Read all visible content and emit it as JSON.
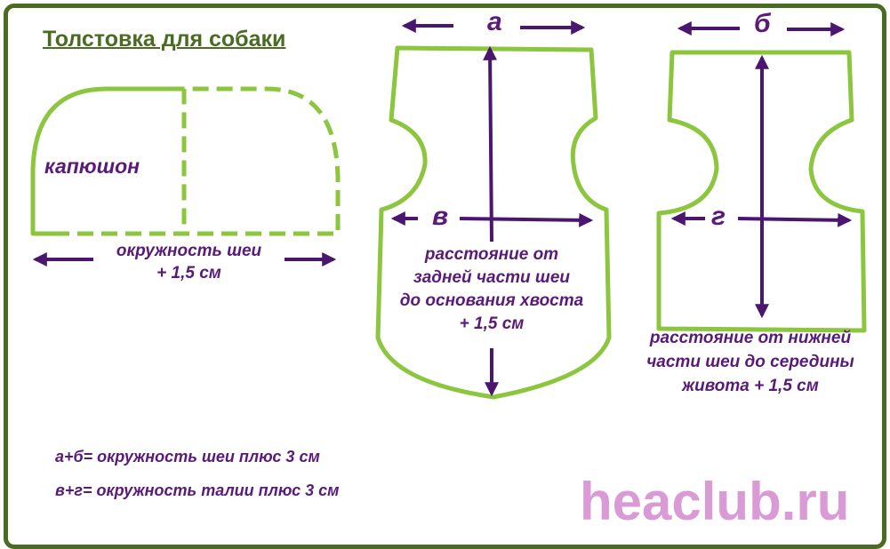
{
  "title": "Толстовка для собаки",
  "hood": {
    "label": "капюшон",
    "width_label_line1": "окружность шеи",
    "width_label_line2": "+ 1,5 см"
  },
  "back_piece": {
    "top_letter": "а",
    "width_letter": "в",
    "length_label": [
      "расстояние от",
      "задней части шеи",
      "до основания хвоста",
      "+ 1,5 см"
    ]
  },
  "belly_piece": {
    "top_letter": "б",
    "width_letter": "г",
    "length_label": [
      "расстояние от нижней",
      "части шеи до середины",
      "живота + 1,5 см"
    ]
  },
  "formulas": [
    "а+б= окружность шеи плюс 3 см",
    "в+г= окружность талии плюс 3 см"
  ],
  "watermark": "heaclub.ru",
  "colors": {
    "border": "#4a6b22",
    "pattern": "#8cc63f",
    "text": "#5a1a78",
    "watermark": "#d99ad6"
  }
}
